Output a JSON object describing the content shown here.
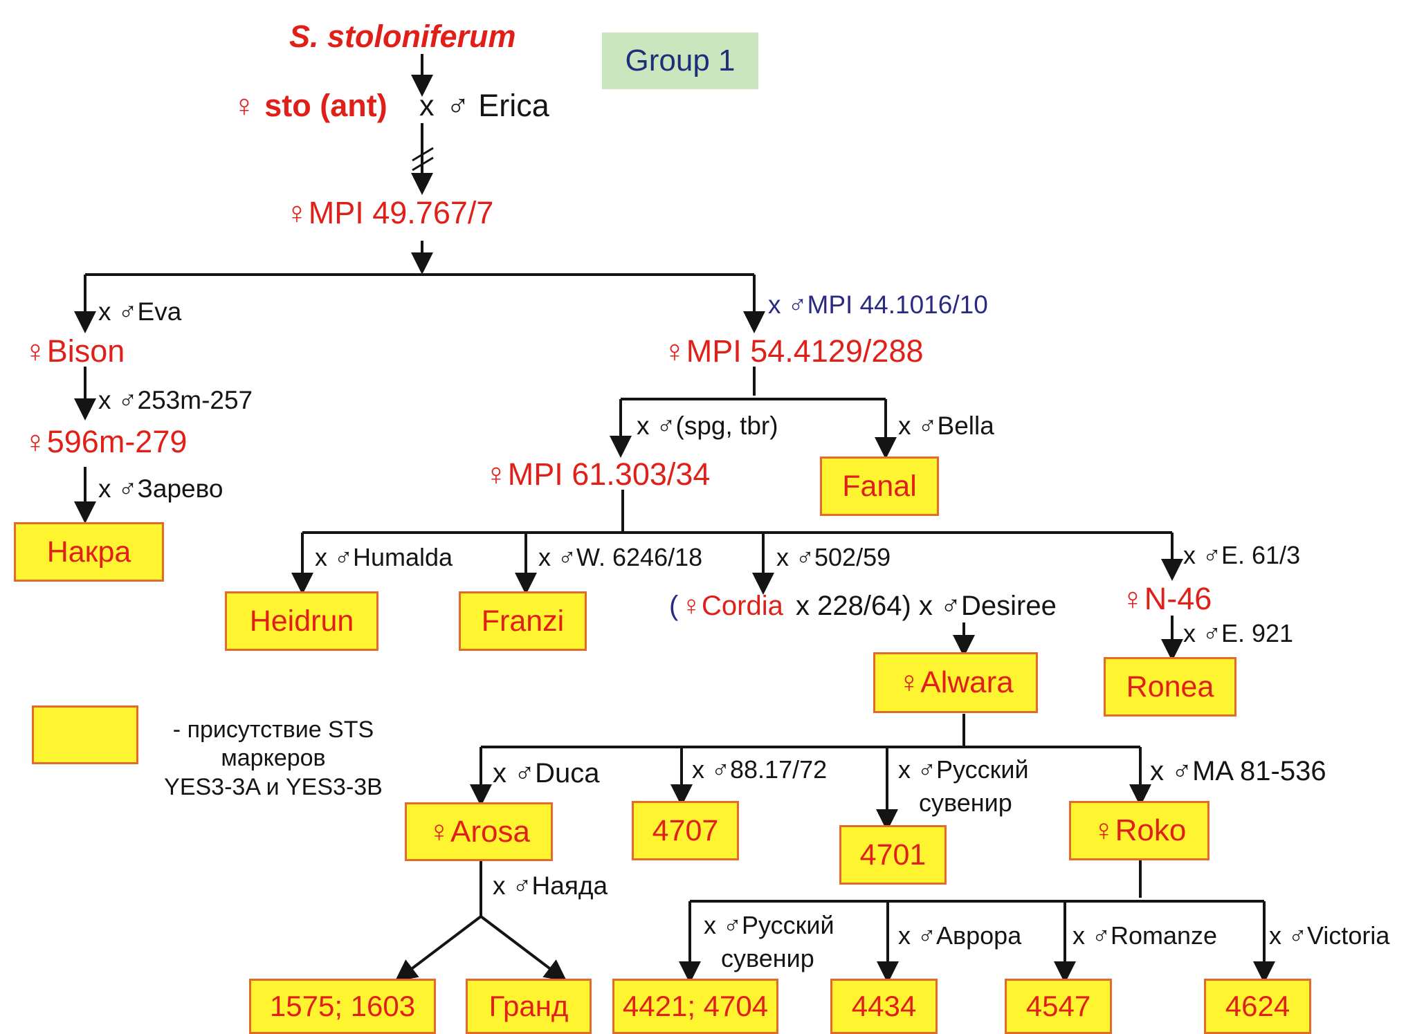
{
  "group_label": "Group 1",
  "root": {
    "species": "S. stoloniferum",
    "first_cross_female": "♀ sto (ant)",
    "first_cross_sep": "x",
    "first_cross_male": "♂ Erica",
    "mpi_49": "♀MPI 49.767/7"
  },
  "left_branch": {
    "x_eva": "x ♂Eva",
    "bison": "♀Bison",
    "x_253": "x ♂253m-257",
    "f596": "♀596m-279",
    "x_zarevo": "x ♂Зарево",
    "nakra": "Накра"
  },
  "right_branch": {
    "x_mpi44": "x ♂MPI 44.1016/10",
    "mpi54": "♀MPI 54.4129/288",
    "x_spg": "x ♂(spg, tbr)",
    "x_bella": "x ♂Bella",
    "fanal": "Fanal",
    "mpi61": "♀MPI 61.303/34"
  },
  "mpi61_children": {
    "x_humalda": "x ♂Humalda",
    "heidrun": "Heidrun",
    "x_w6246": "x ♂W. 6246/18",
    "franzi": "Franzi",
    "x_502": "x ♂502/59",
    "cordia_open": "(",
    "cordia": "♀Cordia",
    "cordia_rest": " x 228/64) x ♂Desiree",
    "alwara": "♀Alwara",
    "x_e61": "x ♂E. 61/3",
    "n46": "♀N-46",
    "x_e921": "x ♂E. 921",
    "ronea": "Ronea"
  },
  "alwara_children": {
    "x_duca": "x ♂Duca",
    "arosa": "♀Arosa",
    "x_8817": "x ♂88.17/72",
    "c4707": "4707",
    "x_russian_1": "x ♂Русский",
    "x_russian_1b": "сувенир",
    "c4701": "4701",
    "x_ma81": "x ♂MA 81-536",
    "roko": "♀Roko"
  },
  "arosa_children": {
    "x_nayada": "x ♂Наяда",
    "c1575": "1575; 1603",
    "grand": "Гранд"
  },
  "roko_children": {
    "x_russian_2": "x ♂Русский",
    "x_russian_2b": "сувенир",
    "c4421": "4421; 4704",
    "x_avrora": "x ♂Аврора",
    "c4434": "4434",
    "x_romanze": "x ♂Romanze",
    "c4547": "4547",
    "x_victoria": "x ♂Victoria",
    "c4624": "4624"
  },
  "legend": {
    "line1": "- присутствие STS",
    "line2": "маркеров",
    "line3": "YES3-3A и YES3-3B"
  },
  "colors": {
    "female_red": "#e02018",
    "box_fill": "#fff430",
    "box_border": "#e36a2a",
    "group_fill": "#c9e6be",
    "group_text": "#1e2f7a",
    "blue_male": "#2a2a82"
  }
}
